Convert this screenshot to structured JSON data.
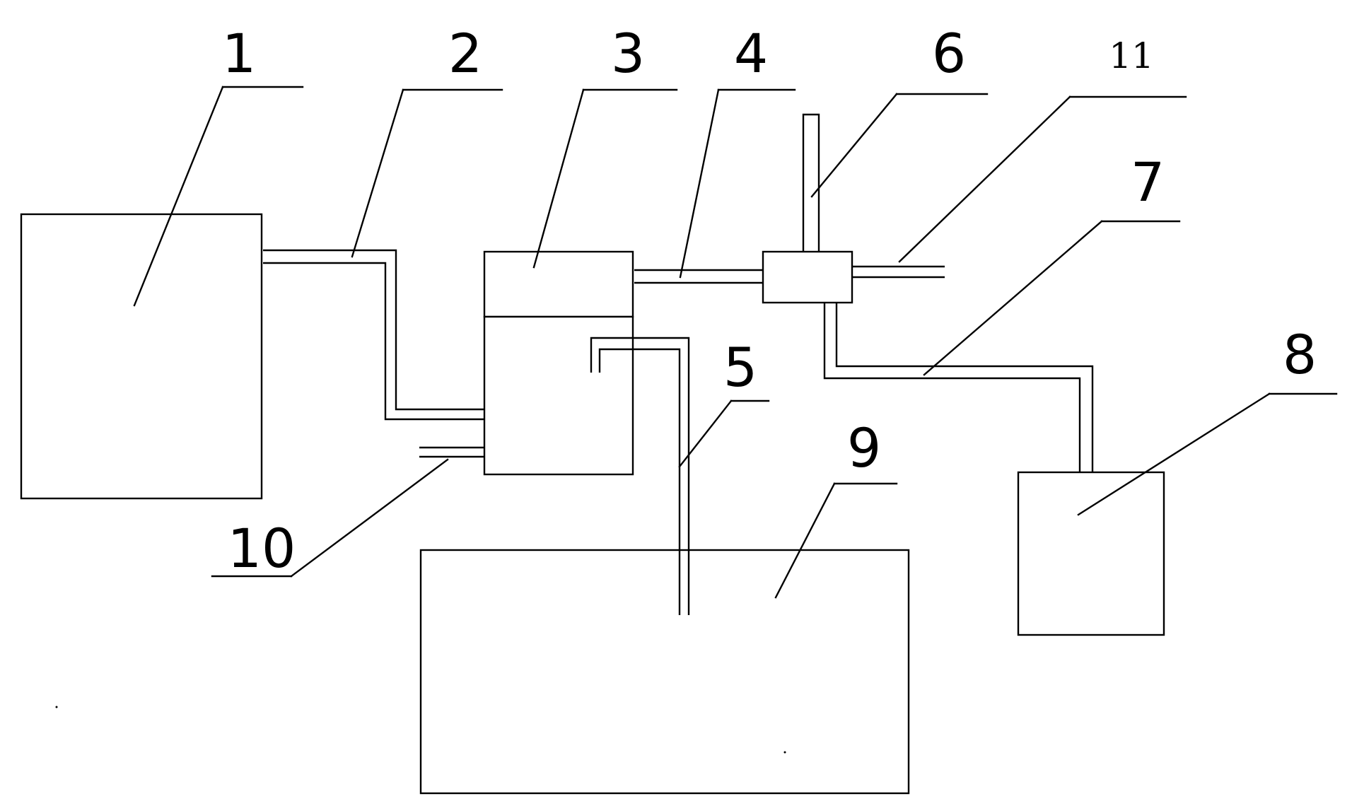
{
  "diagram": {
    "background_color": "#ffffff",
    "line_color": "#000000",
    "labels": {
      "l1": "1",
      "l2": "2",
      "l3": "3",
      "l4": "4",
      "l5": "5",
      "l6": "6",
      "l7": "7",
      "l8": "8",
      "l9": "9",
      "l10": "10",
      "l11": "11"
    }
  }
}
